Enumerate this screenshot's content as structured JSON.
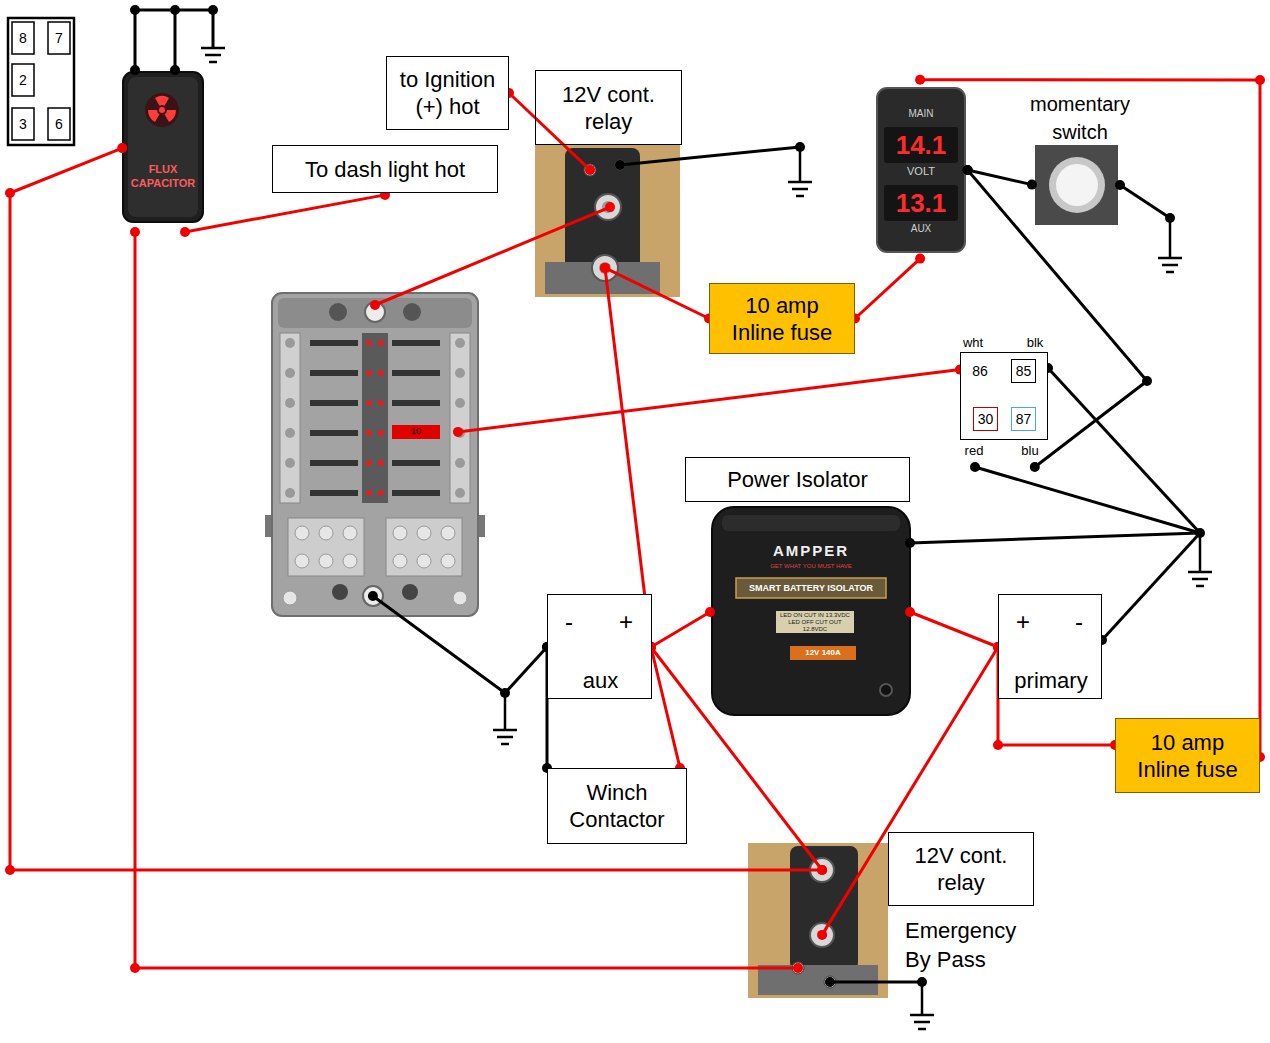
{
  "diagram": {
    "nodes": [
      {
        "text": [
          "FLUX CAPACITOR"
        ]
      },
      {
        "text": [
          "to Ignition (+) hot"
        ]
      },
      {
        "text": [
          "12V cont. relay"
        ]
      },
      {
        "text": [
          "MAIN",
          "14.1",
          "VOLT",
          "13.1",
          "AUX"
        ]
      },
      {
        "text": [
          "momentary switch"
        ]
      },
      {
        "text": [
          "To dash light hot"
        ]
      },
      {
        "text": [
          "10"
        ]
      },
      {
        "text": [
          "10 amp Inline fuse"
        ]
      },
      {
        "text": [
          "86"
        ]
      },
      {
        "text": [
          "85"
        ],
        "in": 8
      },
      {
        "text": [
          "30"
        ],
        "in": 8
      },
      {
        "text": [
          "87"
        ],
        "in": 8
      },
      {
        "text": [
          "Power Isolator"
        ]
      },
      {
        "text": [
          "AMPPER",
          "GET WHAT YOU MUST HAVE",
          "SMART BATTERY ISOLATOR",
          "LED ON CUT IN 13.3VDC LED OFF CUT OUT 12.8VDC",
          "12V 140A"
        ]
      },
      {
        "text": [
          "-",
          "+",
          "aux"
        ]
      },
      {
        "text": [
          "+",
          "-",
          "primary"
        ]
      },
      {
        "text": [
          "10 amp Inline fuse"
        ]
      },
      {
        "text": [
          "Winch Contactor"
        ]
      },
      {
        "text": [
          "12V cont. relay",
          "Emergency By Pass"
        ]
      }
    ],
    "edges": [
      {
        "from": 1,
        "to": 2,
        "arrow": "none"
      },
      {
        "from": 2,
        "to": 6,
        "arrow": "none"
      },
      {
        "from": 2,
        "to": 7,
        "arrow": "none"
      },
      {
        "from": 7,
        "to": 3,
        "arrow": "none"
      },
      {
        "from": 3,
        "to": 4,
        "arrow": "none"
      },
      {
        "from": 0,
        "to": 5,
        "arrow": "none"
      },
      {
        "from": 6,
        "to": 8,
        "arrow": "none"
      },
      {
        "from": 3,
        "to": 8,
        "arrow": "none"
      },
      {
        "from": 14,
        "to": 2,
        "arrow": "none"
      },
      {
        "from": 14,
        "to": 13,
        "arrow": "none"
      },
      {
        "from": 13,
        "to": 15,
        "arrow": "none"
      },
      {
        "from": 14,
        "to": 17,
        "arrow": "none"
      },
      {
        "from": 14,
        "to": 18,
        "arrow": "none"
      },
      {
        "from": 15,
        "to": 18,
        "arrow": "none"
      },
      {
        "from": 15,
        "to": 16,
        "arrow": "none"
      },
      {
        "from": 16,
        "to": 3,
        "arrow": "none"
      },
      {
        "from": 0,
        "to": 18,
        "arrow": "none"
      },
      {
        "from": 0,
        "to": 18,
        "arrow": "none"
      },
      {
        "from": 6,
        "to": 14,
        "arrow": "none"
      },
      {
        "from": 14,
        "to": 17,
        "arrow": "none"
      }
    ],
    "labels": [
      "8",
      "7",
      "2",
      "3",
      "6",
      "wht",
      "blk",
      "red",
      "blu"
    ]
  }
}
